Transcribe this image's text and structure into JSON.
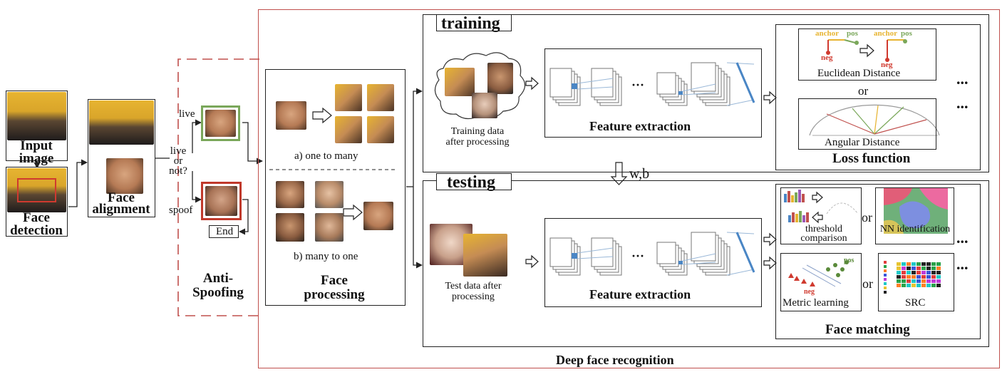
{
  "pipeline": {
    "input_image": "Input image",
    "face_detection": "Face detection",
    "face_alignment": "Face alignment",
    "anti_spoofing": "Anti-Spoofing",
    "live_or_not": "live or not?",
    "live": "live",
    "spoof": "spoof",
    "end": "End"
  },
  "face_processing": {
    "one_to_many": "a) one to many",
    "many_to_one": "b) many to one",
    "title": "Face processing"
  },
  "recognition": {
    "title": "Deep face recognition",
    "training": "training",
    "testing": "testing",
    "training_data": "Training data after processing",
    "test_data": "Test data after processing",
    "feature_extraction": "Feature extraction",
    "wb": "w,b",
    "ellipsis": "...",
    "dots": "···"
  },
  "loss": {
    "title": "Loss function",
    "euclidean": "Euclidean Distance",
    "or": "or",
    "angular": "Angular Distance",
    "anchor": "anchor",
    "pos": "pos",
    "neg": "neg"
  },
  "matching": {
    "title": "Face matching",
    "threshold": "threshold comparison",
    "nn": "NN identification",
    "metric": "Metric learning",
    "src": "SRC",
    "or": "or",
    "pos": "pos",
    "neg": "neg"
  },
  "colors": {
    "frame_red": "#c0504d",
    "live_green": "#7aa75a",
    "spoof_red": "#c0392b",
    "cnn_blue": "#4a86c5",
    "face_yellow": "#e7b431"
  }
}
